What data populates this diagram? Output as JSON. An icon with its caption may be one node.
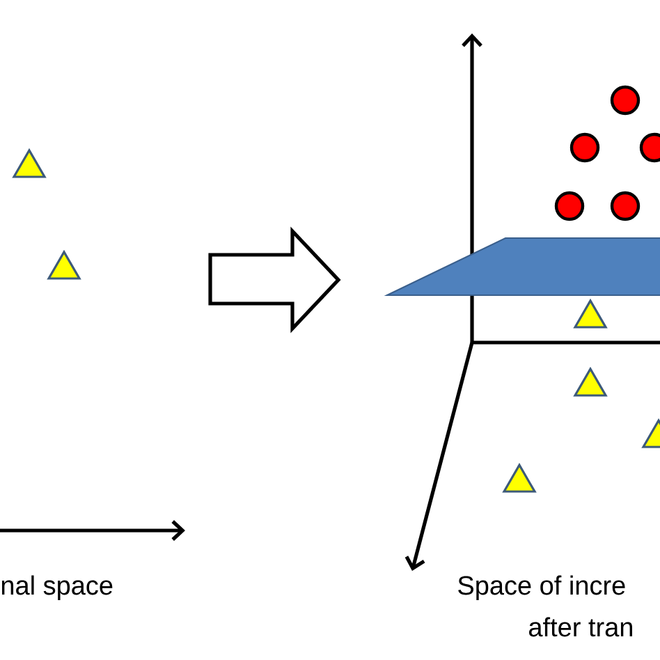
{
  "diagram": {
    "labels": [
      "nal space",
      "Space of incre",
      "after tran"
    ]
  }
}
